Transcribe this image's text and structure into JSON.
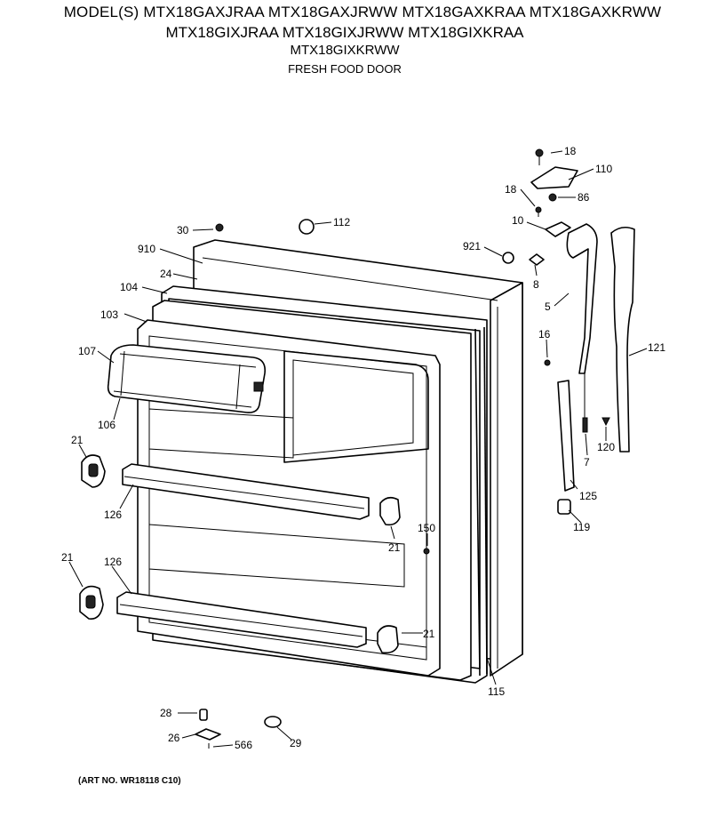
{
  "header": {
    "models_line1": "MODEL(S) MTX18GAXJRAA  MTX18GAXJRWW  MTX18GAXKRAA  MTX18GAXKRWW",
    "models_line2": "MTX18GIXJRAA  MTX18GIXJRWW  MTX18GIXKRAA",
    "models_line3": "MTX18GIXKRWW",
    "section_title": "FRESH FOOD DOOR"
  },
  "part_labels": {
    "p18a": "18",
    "p110": "110",
    "p18b": "18",
    "p86": "86",
    "p30": "30",
    "p112": "112",
    "p10": "10",
    "p910": "910",
    "p921": "921",
    "p24": "24",
    "p8": "8",
    "p104": "104",
    "p5": "5",
    "p103": "103",
    "p121": "121",
    "p16": "16",
    "p107": "107",
    "p106": "106",
    "p7": "7",
    "p120": "120",
    "p21a": "21",
    "p126a": "126",
    "p125": "125",
    "p150": "150",
    "p21b": "21",
    "p119": "119",
    "p21c": "21",
    "p126b": "126",
    "p21d": "21",
    "p115": "115",
    "p28": "28",
    "p26": "26",
    "p566": "566",
    "p29": "29"
  },
  "footer": {
    "art_no": "(ART NO. WR18118 C10)"
  }
}
